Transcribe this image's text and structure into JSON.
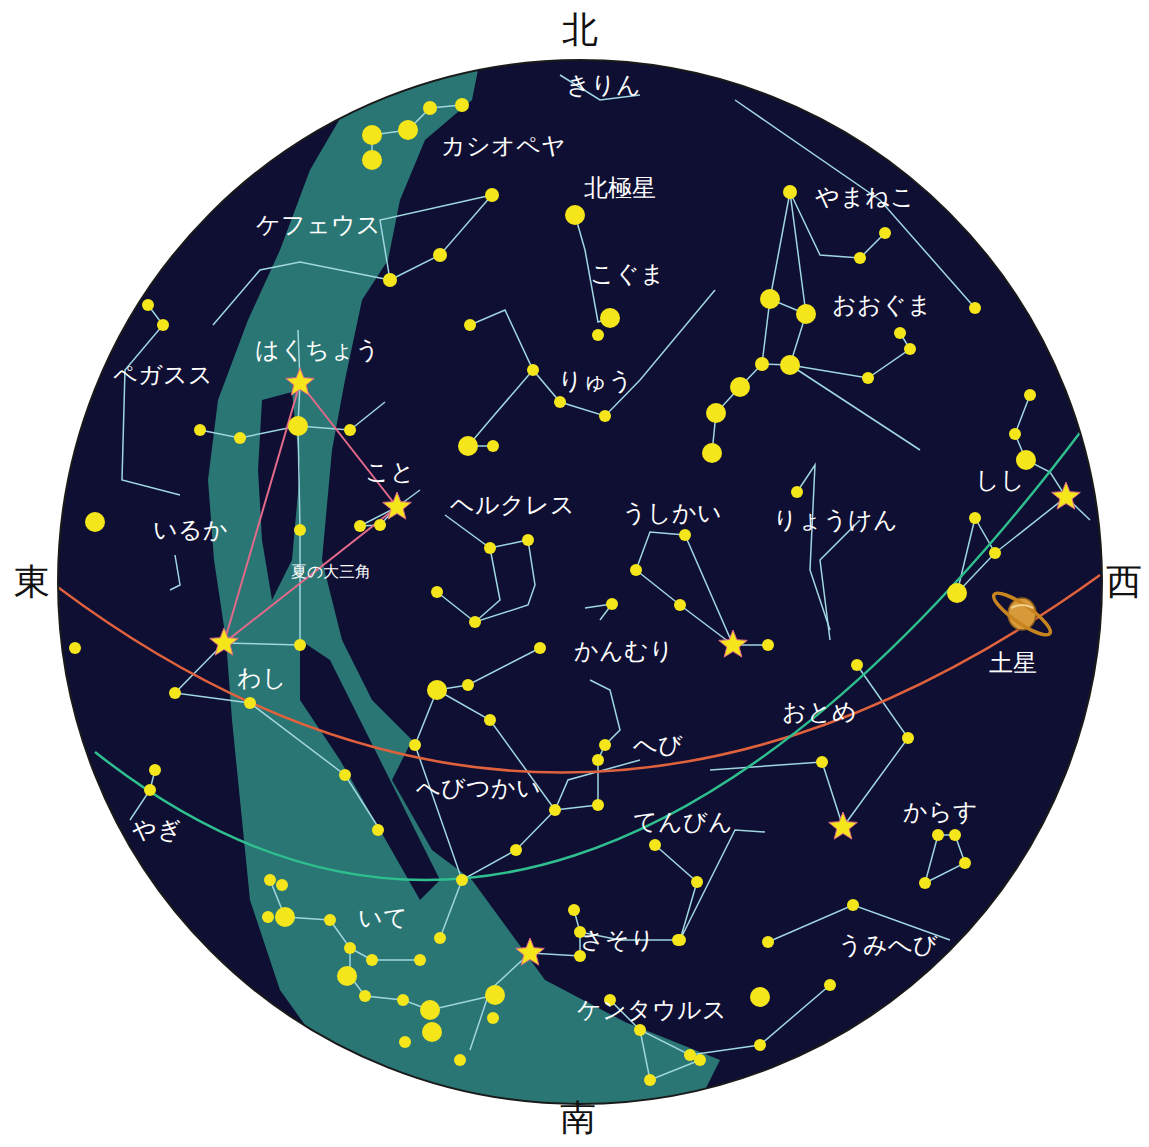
{
  "diagram": {
    "labels": [
      "北",
      "南",
      "東",
      "西",
      "きりん",
      "カシオペヤ",
      "北極星",
      "やまねこ",
      "ケフェウス",
      "こぐま",
      "おおぐま",
      "ペガスス",
      "はくちょう",
      "りゅう",
      "こと",
      "ヘルクレス",
      "うしかい",
      "りょうけん",
      "しし",
      "いるか",
      "夏の大三角",
      "土星",
      "かんむり",
      "わし",
      "おとめ",
      "へび",
      "へびつかい",
      "てんびん",
      "からす",
      "やぎ",
      "いて",
      "さそり",
      "うみへび",
      "ケンタウルス"
    ]
  }
}
